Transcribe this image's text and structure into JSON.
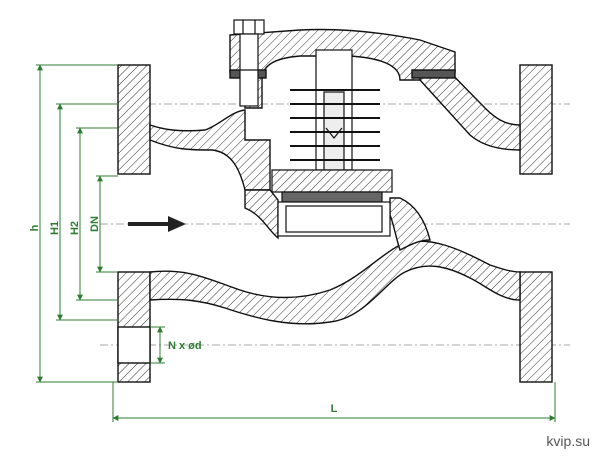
{
  "labels": {
    "h": "h",
    "h1": "H1",
    "h2": "H2",
    "dn": "DN",
    "nxd": "N x ød",
    "l": "L"
  },
  "watermark": "kvip.su",
  "colors": {
    "dimension": "#2e7d32",
    "outline": "#111111",
    "hatch": "#333333",
    "centerline": "#888888",
    "arrow": "#222222"
  },
  "icons": {
    "flow": "flow-direction-arrow-icon"
  }
}
